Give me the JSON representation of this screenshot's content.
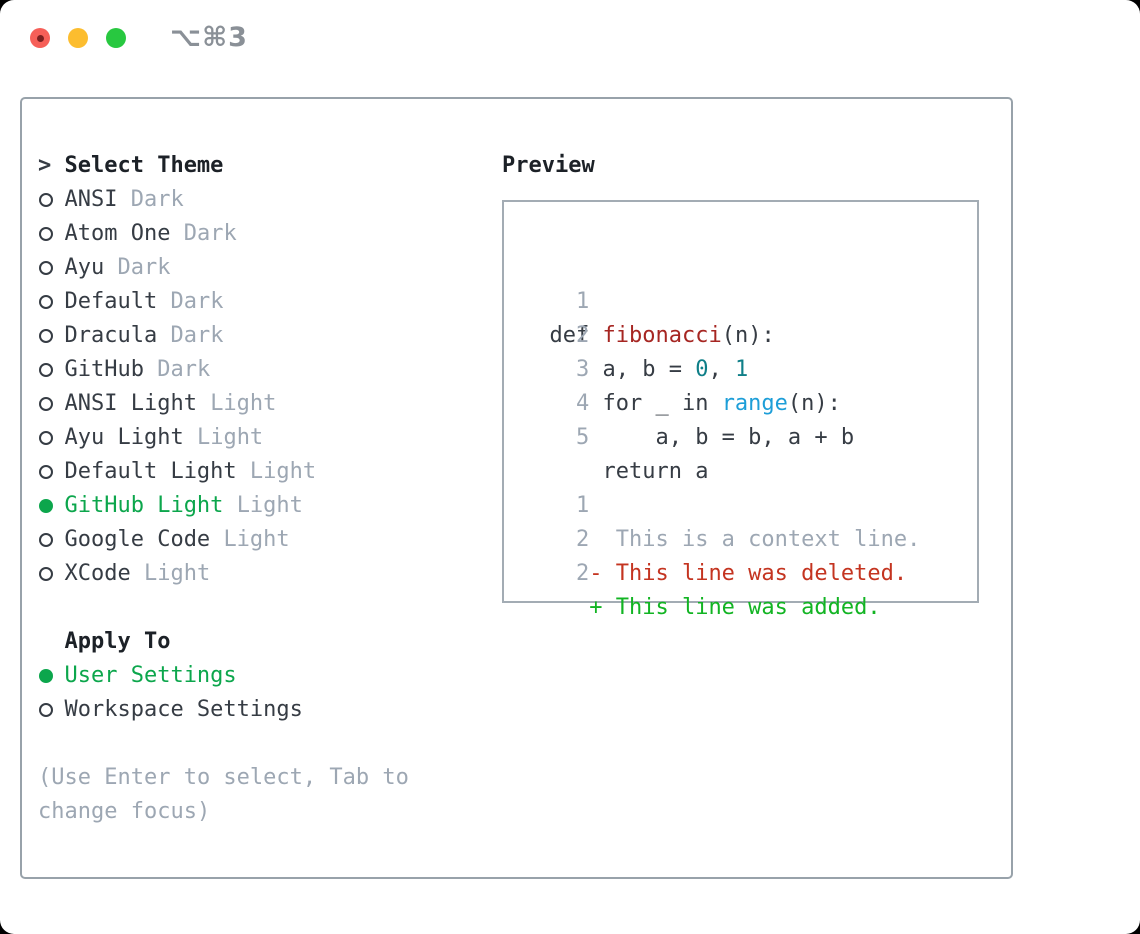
{
  "window": {
    "title": "⌥⌘3",
    "traffic_lights": [
      "close",
      "minimize",
      "zoom"
    ]
  },
  "colors": {
    "text-dark": "#363c44",
    "hdr-dark": "#1c2127",
    "muted": "#9da7b3",
    "accent-green": "#0ca64c",
    "title-gray": "#8a9097",
    "panel-border": "#98a2aa",
    "preview-border": "#a3acb4",
    "code-func": "#a62622",
    "code-number": "#0f7f88",
    "code-builtin": "#1d9ed8",
    "code-deleted": "#c43420",
    "code-added": "#12b423",
    "traffic-red": "#f65f58",
    "traffic-red-dot": "#7b2020",
    "traffic-yellow": "#fcbd2f",
    "traffic-green": "#28c840"
  },
  "theme_section": {
    "cursor": ">",
    "header": "Select Theme",
    "items": [
      {
        "name": "ANSI",
        "variant": "Dark",
        "selected": false
      },
      {
        "name": "Atom One",
        "variant": "Dark",
        "selected": false
      },
      {
        "name": "Ayu",
        "variant": "Dark",
        "selected": false
      },
      {
        "name": "Default",
        "variant": "Dark",
        "selected": false
      },
      {
        "name": "Dracula",
        "variant": "Dark",
        "selected": false
      },
      {
        "name": "GitHub",
        "variant": "Dark",
        "selected": false
      },
      {
        "name": "ANSI Light",
        "variant": "Light",
        "selected": false
      },
      {
        "name": "Ayu Light",
        "variant": "Light",
        "selected": false
      },
      {
        "name": "Default Light",
        "variant": "Light",
        "selected": false
      },
      {
        "name": "GitHub Light",
        "variant": "Light",
        "selected": true
      },
      {
        "name": "Google Code",
        "variant": "Light",
        "selected": false
      },
      {
        "name": "XCode",
        "variant": "Light",
        "selected": false
      }
    ]
  },
  "apply_section": {
    "header": "Apply To",
    "items": [
      {
        "label": "User Settings",
        "selected": true
      },
      {
        "label": "Workspace Settings",
        "selected": false
      }
    ]
  },
  "hint": "(Use Enter to select, Tab to change focus)",
  "preview": {
    "header": "Preview",
    "code_lines": [
      {
        "num": "1",
        "tokens": [
          {
            "t": "def ",
            "c": "plain"
          },
          {
            "t": "fibonacci",
            "c": "func"
          },
          {
            "t": "(n):",
            "c": "plain"
          }
        ]
      },
      {
        "num": "2",
        "tokens": [
          {
            "t": "    a, b = ",
            "c": "plain"
          },
          {
            "t": "0",
            "c": "number"
          },
          {
            "t": ", ",
            "c": "plain"
          },
          {
            "t": "1",
            "c": "number"
          }
        ]
      },
      {
        "num": "3",
        "tokens": [
          {
            "t": "    for _ in ",
            "c": "plain"
          },
          {
            "t": "range",
            "c": "builtin"
          },
          {
            "t": "(n):",
            "c": "plain"
          }
        ]
      },
      {
        "num": "4",
        "tokens": [
          {
            "t": "        a, b = b, a + b",
            "c": "plain"
          }
        ]
      },
      {
        "num": "5",
        "tokens": [
          {
            "t": "    return a",
            "c": "plain"
          }
        ]
      },
      {
        "num": "",
        "tokens": []
      },
      {
        "num": "1",
        "tokens": [
          {
            "t": "     This is a context line.",
            "c": "context"
          }
        ]
      },
      {
        "num": "2",
        "tokens": [
          {
            "t": "   - This line was deleted.",
            "c": "deleted"
          }
        ]
      },
      {
        "num": "2",
        "tokens": [
          {
            "t": "   + This line was added.",
            "c": "added"
          }
        ]
      }
    ]
  }
}
